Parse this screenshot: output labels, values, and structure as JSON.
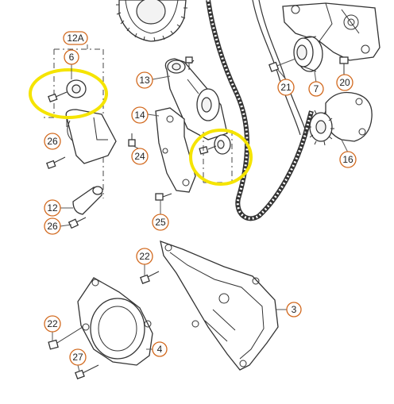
{
  "callouts": {
    "c12a": "12A",
    "c6": "6",
    "c13": "13",
    "c14": "14",
    "c21": "21",
    "c7": "7",
    "c20": "20",
    "c16": "16",
    "c26a": "26",
    "c24": "24",
    "c12": "12",
    "c26b": "26",
    "c25": "25",
    "c22a": "22",
    "c3": "3",
    "c22b": "22",
    "c4": "4",
    "c27": "27"
  },
  "colors": {
    "callout_ring": "#d2691e",
    "highlight": "#f5e400",
    "line": "#333333"
  },
  "icons": {
    "bolt": "bolt-icon",
    "highlight_ring": "highlight-ellipse"
  }
}
